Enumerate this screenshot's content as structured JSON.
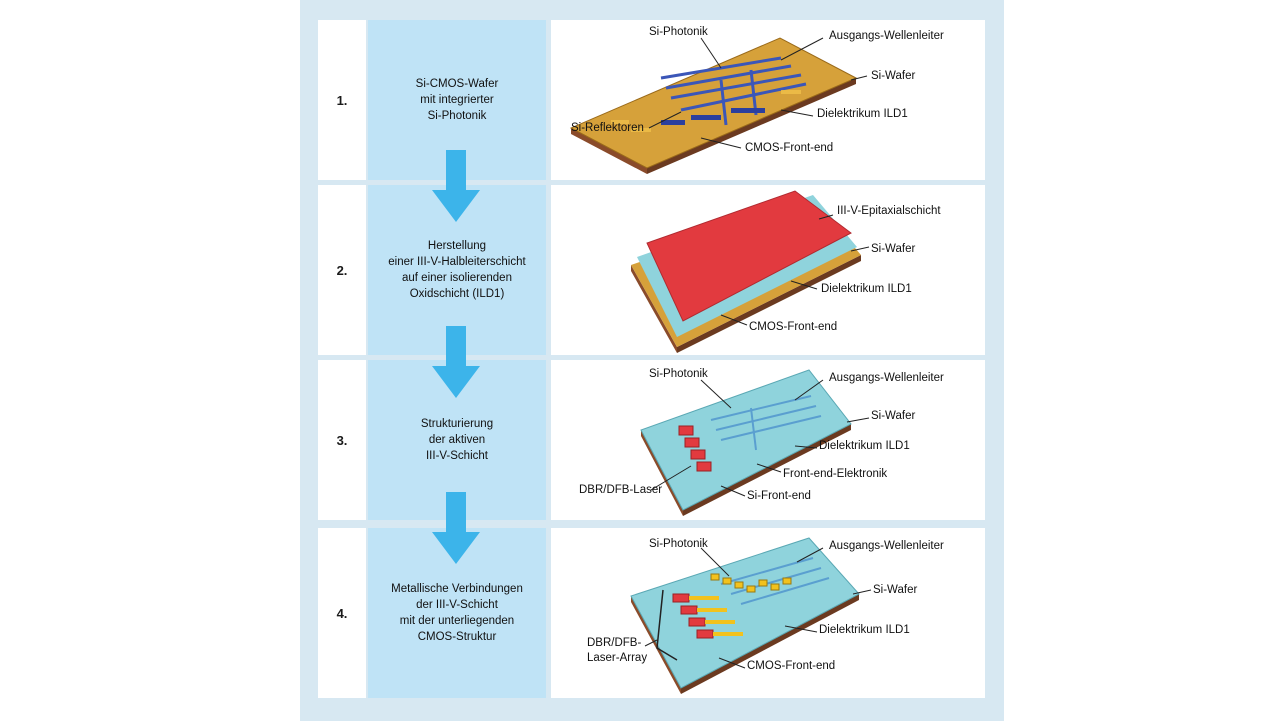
{
  "steps": [
    {
      "number": "1.",
      "text": "Si-CMOS-Wafer\nmit integrierter\nSi-Photonik",
      "labels": {
        "si_photonik": "Si-Photonik",
        "ausgangs": "Ausgangs-Wellenleiter",
        "si_wafer": "Si-Wafer",
        "dielektrikum": "Dielektrikum ILD1",
        "si_reflektoren": "Si-Reflektoren",
        "cmos_front_end": "CMOS-Front-end"
      }
    },
    {
      "number": "2.",
      "text": "Herstellung\neiner III-V-Halbleiterschicht\nauf einer isolierenden\nOxidschicht (ILD1)",
      "labels": {
        "epitaxial": "III-V-Epitaxialschicht",
        "si_wafer": "Si-Wafer",
        "dielektrikum": "Dielektrikum ILD1",
        "cmos_front_end": "CMOS-Front-end"
      }
    },
    {
      "number": "3.",
      "text": "Strukturierung\nder aktiven\nIII-V-Schicht",
      "labels": {
        "si_photonik": "Si-Photonik",
        "ausgangs": "Ausgangs-Wellenleiter",
        "si_wafer": "Si-Wafer",
        "dielektrikum": "Dielektrikum ILD1",
        "front_end_elektronik": "Front-end-Elektronik",
        "dbr_dfb_laser": "DBR/DFB-Laser",
        "si_front_end": "Si-Front-end"
      }
    },
    {
      "number": "4.",
      "text": "Metallische Verbindungen\nder III-V-Schicht\nmit der unterliegenden\nCMOS-Struktur",
      "labels": {
        "si_photonik": "Si-Photonik",
        "ausgangs": "Ausgangs-Wellenleiter",
        "si_wafer": "Si-Wafer",
        "dielektrikum": "Dielektrikum ILD1",
        "dbr_dfb_array": "DBR/DFB-\nLaser-Array",
        "cmos_front_end": "CMOS-Front-end"
      }
    }
  ],
  "colors": {
    "panel": "#d7e8f2",
    "step_box": "#bfe3f6",
    "arrow": "#3cb4ea",
    "epitaxial_red": "#e23a3f",
    "wafer_gold": "#d9a23a",
    "wafer_blue": "#8fd3dc"
  }
}
